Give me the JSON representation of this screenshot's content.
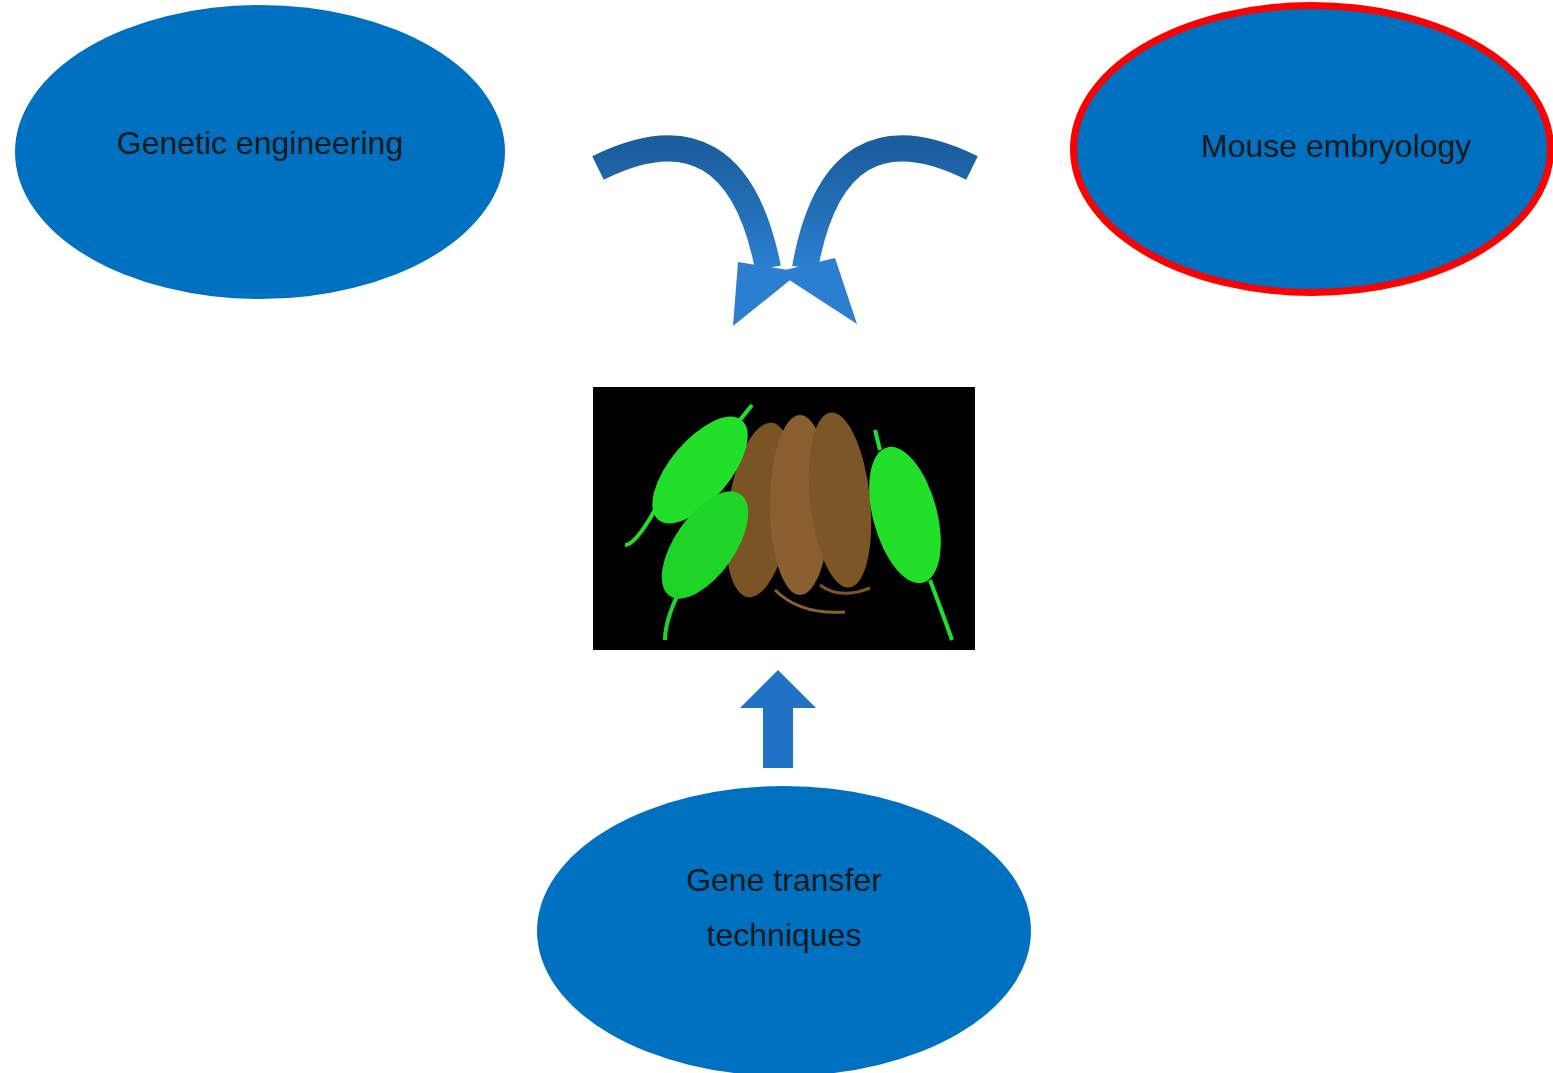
{
  "diagram": {
    "nodes": [
      {
        "text": [
          "Genetic engineering"
        ]
      },
      {
        "text": [
          "Mouse embryology"
        ]
      },
      {
        "text": [
          "Gene transfer techniques"
        ]
      }
    ]
  }
}
